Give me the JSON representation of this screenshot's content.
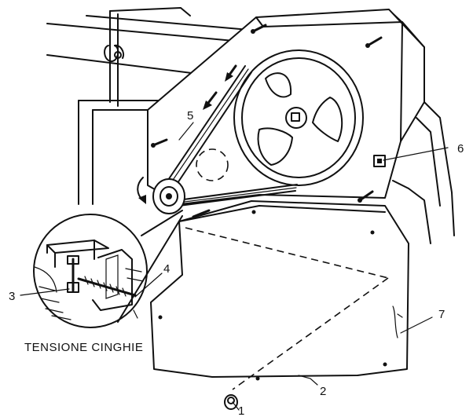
{
  "caption": "TENSIONE CINGHIE",
  "callouts": [
    {
      "id": "1",
      "text": "1"
    },
    {
      "id": "2",
      "text": "2"
    },
    {
      "id": "3",
      "text": "3"
    },
    {
      "id": "4",
      "text": "4"
    },
    {
      "id": "5",
      "text": "5"
    },
    {
      "id": "6",
      "text": "6"
    },
    {
      "id": "7",
      "text": "7"
    }
  ],
  "colors": {
    "ink": "#111111",
    "paper": "#ffffff"
  }
}
